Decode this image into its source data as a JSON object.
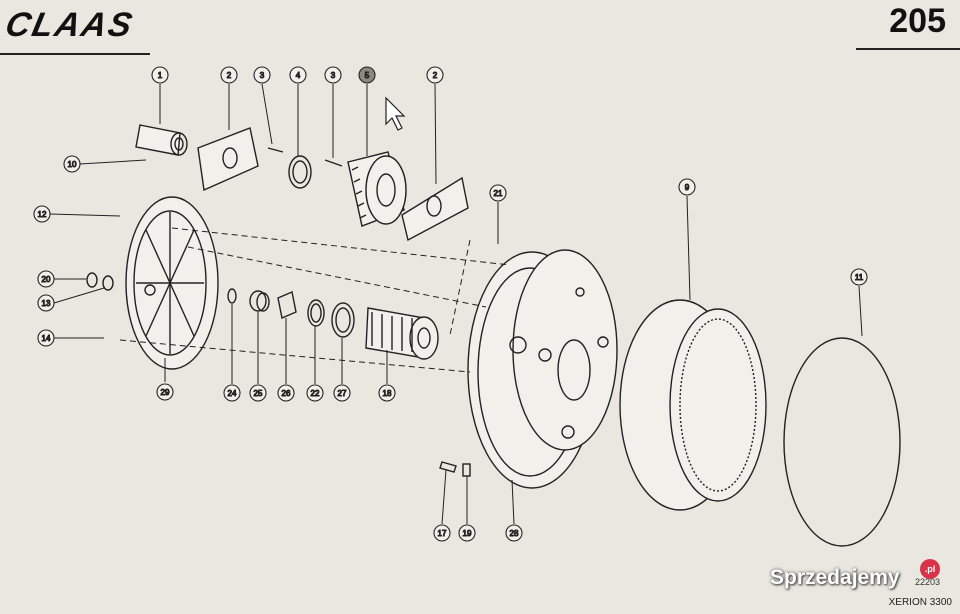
{
  "header": {
    "logo_text": "CLAAS",
    "page_number": "205"
  },
  "footer": {
    "code": "22203",
    "model": "XERION 3300"
  },
  "watermark": {
    "text": "Sprzedajemy",
    "badge": ".pl"
  },
  "cursor_icon": "pointer-arrow-icon",
  "callouts": [
    {
      "id": "c1",
      "label": "1"
    },
    {
      "id": "c2a",
      "label": "2"
    },
    {
      "id": "c3a",
      "label": "3"
    },
    {
      "id": "c4",
      "label": "4"
    },
    {
      "id": "c3b",
      "label": "3"
    },
    {
      "id": "c5",
      "label": "5"
    },
    {
      "id": "c2b",
      "label": "2"
    },
    {
      "id": "c10",
      "label": "10"
    },
    {
      "id": "c12",
      "label": "12"
    },
    {
      "id": "c21",
      "label": "21"
    },
    {
      "id": "c9",
      "label": "9"
    },
    {
      "id": "c11",
      "label": "11"
    },
    {
      "id": "c20",
      "label": "20"
    },
    {
      "id": "c13",
      "label": "13"
    },
    {
      "id": "c14",
      "label": "14"
    },
    {
      "id": "c29",
      "label": "29"
    },
    {
      "id": "c24",
      "label": "24"
    },
    {
      "id": "c25",
      "label": "25"
    },
    {
      "id": "c26",
      "label": "26"
    },
    {
      "id": "c22",
      "label": "22"
    },
    {
      "id": "c27",
      "label": "27"
    },
    {
      "id": "c18",
      "label": "18"
    },
    {
      "id": "c17",
      "label": "17"
    },
    {
      "id": "c19",
      "label": "19"
    },
    {
      "id": "c28",
      "label": "28"
    }
  ]
}
